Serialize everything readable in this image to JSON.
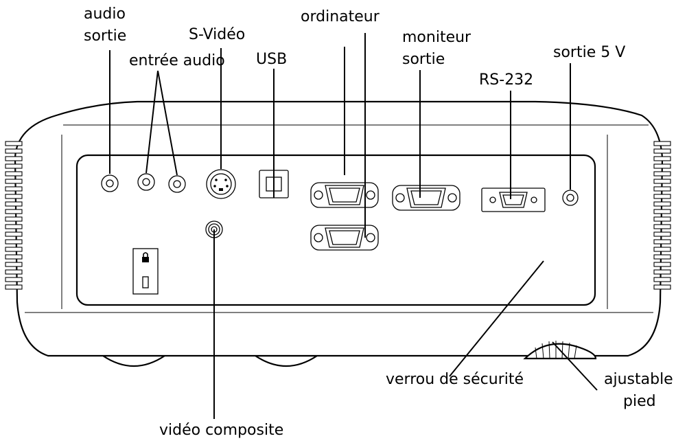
{
  "labels": {
    "audio_sortie_1": "audio",
    "audio_sortie_2": "sortie",
    "entree_audio": "entrée audio",
    "s_video": "S-Vidéo",
    "usb": "USB",
    "ordinateur": "ordinateur",
    "moniteur_1": "moniteur",
    "moniteur_2": "sortie",
    "rs232": "RS-232",
    "sortie_5v": "sortie 5 V",
    "verrou": "verrou de sécurité",
    "ajustable": "ajustable",
    "pied": "pied",
    "video_composite": "vidéo composite"
  }
}
